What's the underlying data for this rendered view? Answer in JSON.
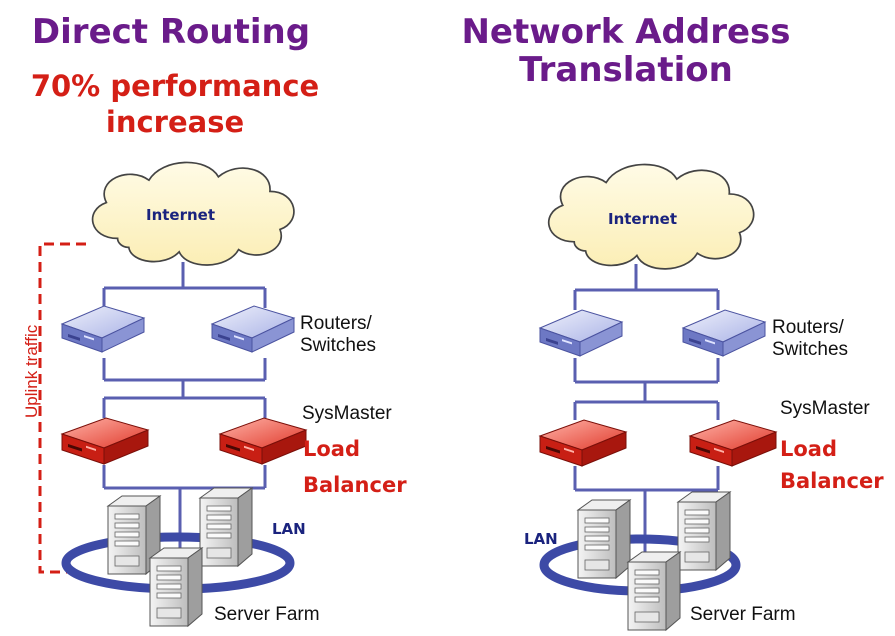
{
  "left": {
    "title": "Direct Routing",
    "subtitle_line1": "70% performance",
    "subtitle_line2": "increase",
    "cloud_label": "Internet",
    "routers_line1": "Routers/",
    "routers_line2": "Switches",
    "sysmaster": "SysMaster",
    "lb_line1": "Load",
    "lb_line2": "Balancer",
    "lan": "LAN",
    "server_farm": "Server Farm",
    "uplink": "Uplink traffic"
  },
  "right": {
    "title_line1": "Network Address",
    "title_line2": "Translation",
    "cloud_label": "Internet",
    "routers_line1": "Routers/",
    "routers_line2": "Switches",
    "sysmaster": "SysMaster",
    "lb_line1": "Load",
    "lb_line2": "Balancer",
    "lan": "LAN",
    "server_farm": "Server Farm"
  },
  "colors": {
    "title": "#6a1b8a",
    "accent_red": "#d41f16",
    "wire": "#5a5fb0",
    "lan_ring": "#3d4aa6",
    "cloud_fill": "#fff6cf",
    "router_body": "#8e98d6",
    "balancer_body": "#d9281c",
    "server_body": "#d8d8d8"
  }
}
